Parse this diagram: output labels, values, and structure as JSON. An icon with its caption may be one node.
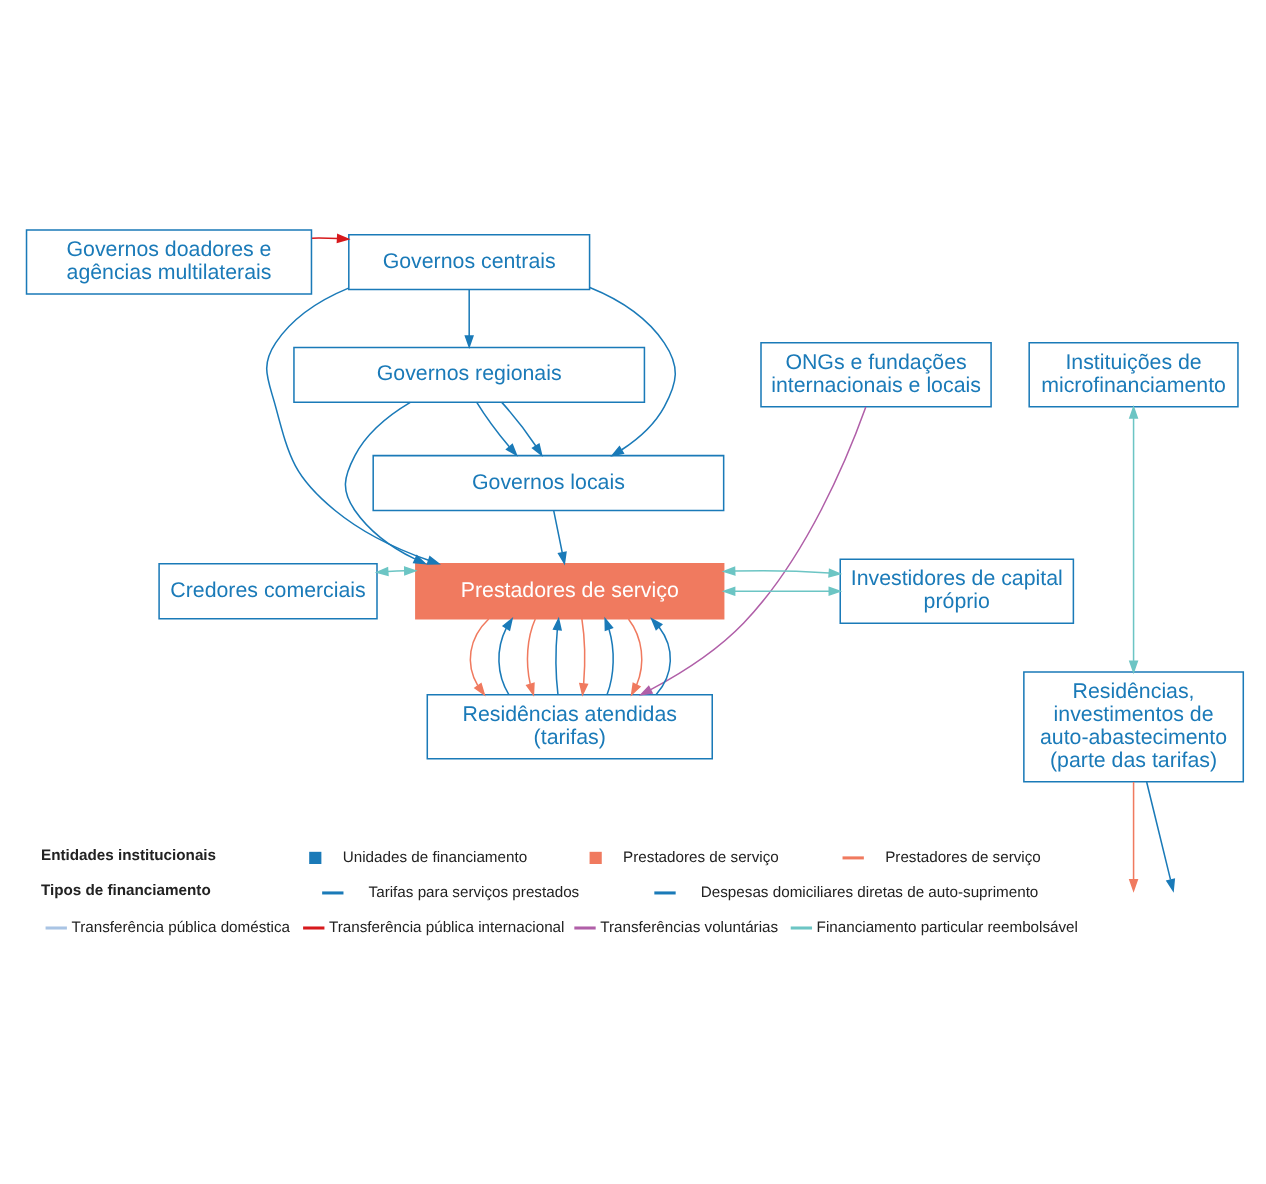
{
  "diagram": {
    "nodes": [
      {
        "text": [
          "Governos doadores e agências multilaterais"
        ]
      },
      {
        "text": [
          "Governos centrais"
        ]
      },
      {
        "text": [
          "Governos regionais"
        ]
      },
      {
        "text": [
          "ONGs e fundações internacionais e locais"
        ]
      },
      {
        "text": [
          "Instituições de microfinanciamento"
        ]
      },
      {
        "text": [
          "Governos locais"
        ]
      },
      {
        "text": [
          "Credores comerciais"
        ]
      },
      {
        "text": [
          "Prestadores de serviço"
        ]
      },
      {
        "text": [
          "Investidores de capital próprio"
        ]
      },
      {
        "text": [
          "Residências, investimentos de auto-abastecimento (parte das tarifas)"
        ]
      },
      {
        "text": [
          "Residências atendidas (tarifas)"
        ]
      }
    ],
    "edges": [
      {
        "from": 0,
        "to": 1,
        "arrow": "to",
        "color": "#d7191c"
      },
      {
        "from": 1,
        "to": 2,
        "arrow": "to"
      },
      {
        "from": 1,
        "to": 5,
        "arrow": "to"
      },
      {
        "from": 1,
        "to": 7,
        "arrow": "to"
      },
      {
        "from": 2,
        "to": 5,
        "arrow": "to"
      },
      {
        "from": 2,
        "to": 5,
        "arrow": "to"
      },
      {
        "from": 2,
        "to": 7,
        "arrow": "to"
      },
      {
        "from": 5,
        "to": 7,
        "arrow": "to"
      },
      {
        "from": 6,
        "to": 7,
        "arrow": "both",
        "color": "#6cc5c4"
      },
      {
        "from": 7,
        "to": 8,
        "arrow": "both",
        "color": "#6cc5c4"
      },
      {
        "from": 7,
        "to": 8,
        "arrow": "both",
        "color": "#6cc5c4"
      },
      {
        "from": 4,
        "to": 9,
        "arrow": "both",
        "color": "#6cc5c4"
      },
      {
        "from": 7,
        "to": 10,
        "arrow": "to",
        "color": "#f07a5f"
      },
      {
        "from": 10,
        "to": 7,
        "arrow": "to"
      },
      {
        "from": 7,
        "to": 10,
        "arrow": "to",
        "color": "#f07a5f"
      },
      {
        "from": 10,
        "to": 7,
        "arrow": "to"
      },
      {
        "from": 7,
        "to": 10,
        "arrow": "to",
        "color": "#f07a5f"
      },
      {
        "from": 10,
        "to": 7,
        "arrow": "to"
      },
      {
        "from": 7,
        "to": 10,
        "arrow": "to",
        "color": "#f07a5f"
      },
      {
        "from": 10,
        "to": 7,
        "arrow": "to"
      },
      {
        "from": 3,
        "to": 10,
        "arrow": "to",
        "color": "#b05fa8"
      },
      {
        "from": 9,
        "to": null,
        "arrow": "to"
      },
      {
        "from": 9,
        "to": null,
        "arrow": "to",
        "color": "#f07a5f"
      }
    ],
    "labels": [
      "Entidades institucionais",
      "Tipos de financiamento"
    ],
    "legend": [
      {
        "text": "Unidades de financiamento",
        "color": "#1a7ab8"
      },
      {
        "text": "Prestadores de serviço",
        "color": "#f07a5f"
      },
      {
        "text": "Prestadores de serviço"
      },
      {
        "text": "Tarifas para serviços prestados"
      },
      {
        "text": "Despesas domiciliares diretas de auto-suprimento"
      },
      {
        "text": "Transferência pública doméstica"
      },
      {
        "text": "Transferência pública internacional"
      },
      {
        "text": "Transferências voluntárias"
      },
      {
        "text": "Financiamento particular reembolsável"
      }
    ]
  }
}
